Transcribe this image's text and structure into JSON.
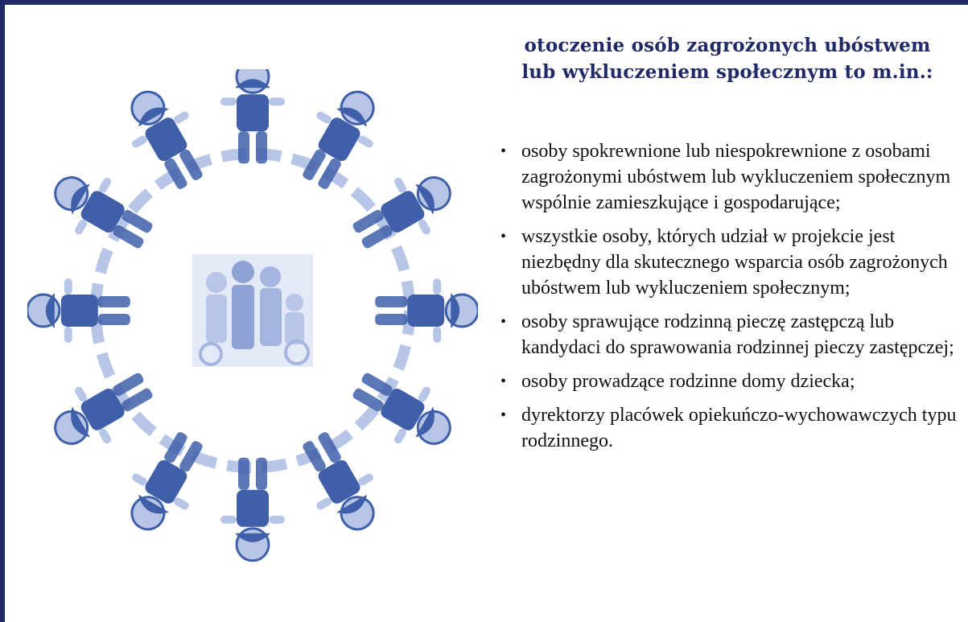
{
  "title_line1": "otoczenie osób zagrożonych ubóstwem",
  "title_line2": "lub wykluczeniem społecznym to m.in.:",
  "items": [
    "osoby spokrewnione lub niespokrewnione z osobami zagrożonymi ubóstwem lub wykluczeniem społecznym wspólnie zamieszkujące i gospodarujące;",
    "wszystkie osoby, których udział w projekcie jest niezbędny dla skutecznego wsparcia osób zagrożonych ubóstwem lub wykluczeniem społecznym;",
    "osoby sprawujące rodzinną pieczę zastępczą lub kandydaci do sprawowania rodzinnej pieczy zastępczej;",
    "osoby prowadzące rodzinne domy dziecka;",
    "dyrektorzy placówek opiekuńczo-wychowawczych typu rodzinnego."
  ],
  "colors": {
    "title": "#1f2a66",
    "border": "#1f2a66",
    "illustration_blue": "#3f5fa8",
    "illustration_light": "#b7c5e6"
  }
}
